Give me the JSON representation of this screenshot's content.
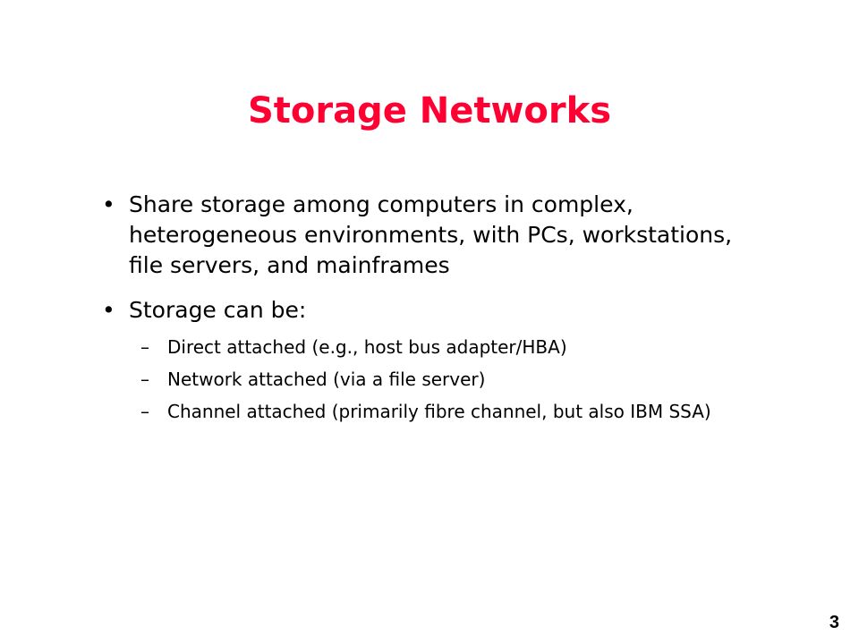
{
  "slide": {
    "title": "Storage Networks",
    "title_color": "#ff0033",
    "bullets": [
      {
        "marker": "•",
        "text": "Share storage among computers in complex, heterogeneous environments, with PCs, workstations, file servers, and mainframes"
      },
      {
        "marker": "•",
        "text": "Storage can be:",
        "subitems": [
          {
            "marker": "–",
            "text": "Direct attached (e.g., host bus adapter/HBA)"
          },
          {
            "marker": "–",
            "text": "Network attached (via a file server)"
          },
          {
            "marker": "–",
            "text": "Channel attached (primarily fibre channel, but also IBM SSA)"
          }
        ]
      }
    ],
    "page_number": "3"
  }
}
